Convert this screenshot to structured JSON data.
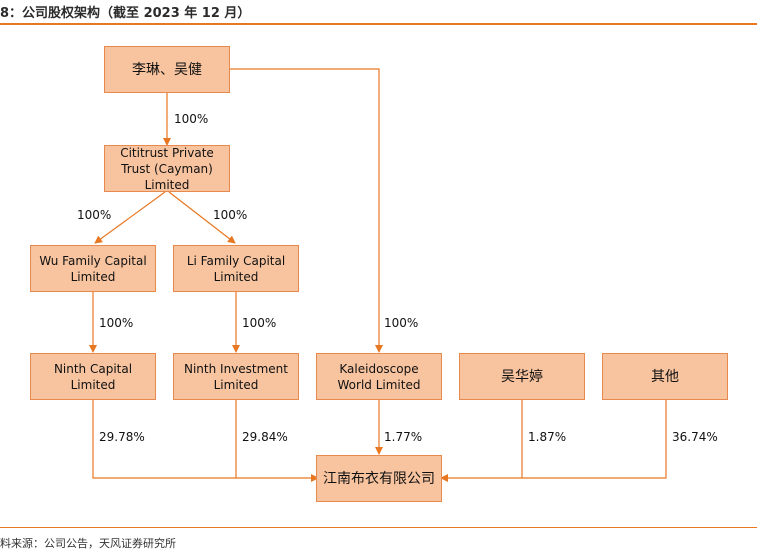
{
  "header": {
    "title": "8：公司股权架构（截至 2023 年 12 月）"
  },
  "footer": {
    "source": "料来源：公司公告，天风证券研究所"
  },
  "entities": {
    "founders": "李琳、吴健",
    "trust": "Cititrust Private Trust (Cayman) Limited",
    "wu_family": "Wu Family Capital Limited",
    "li_family": "Li Family Capital Limited",
    "ninth_capital": "Ninth Capital Limited",
    "ninth_investment": "Ninth Investment Limited",
    "kaleidoscope": "Kaleidoscope World Limited",
    "wu_huating": "吴华婷",
    "others": "其他",
    "company": "江南布衣有限公司"
  },
  "stakes": {
    "founders_to_trust": "100%",
    "trust_to_wu": "100%",
    "trust_to_li": "100%",
    "wu_to_ninth_capital": "100%",
    "li_to_ninth_investment": "100%",
    "founders_to_kaleidoscope": "100%",
    "ninth_capital_to_company": "29.78%",
    "ninth_investment_to_company": "29.84%",
    "kaleidoscope_to_company": "1.77%",
    "wu_huating_to_company": "1.87%",
    "others_to_company": "36.74%"
  },
  "colors": {
    "accent": "#e87722",
    "box_fill": "#f8c4a0",
    "box_border": "#e88a4d"
  }
}
